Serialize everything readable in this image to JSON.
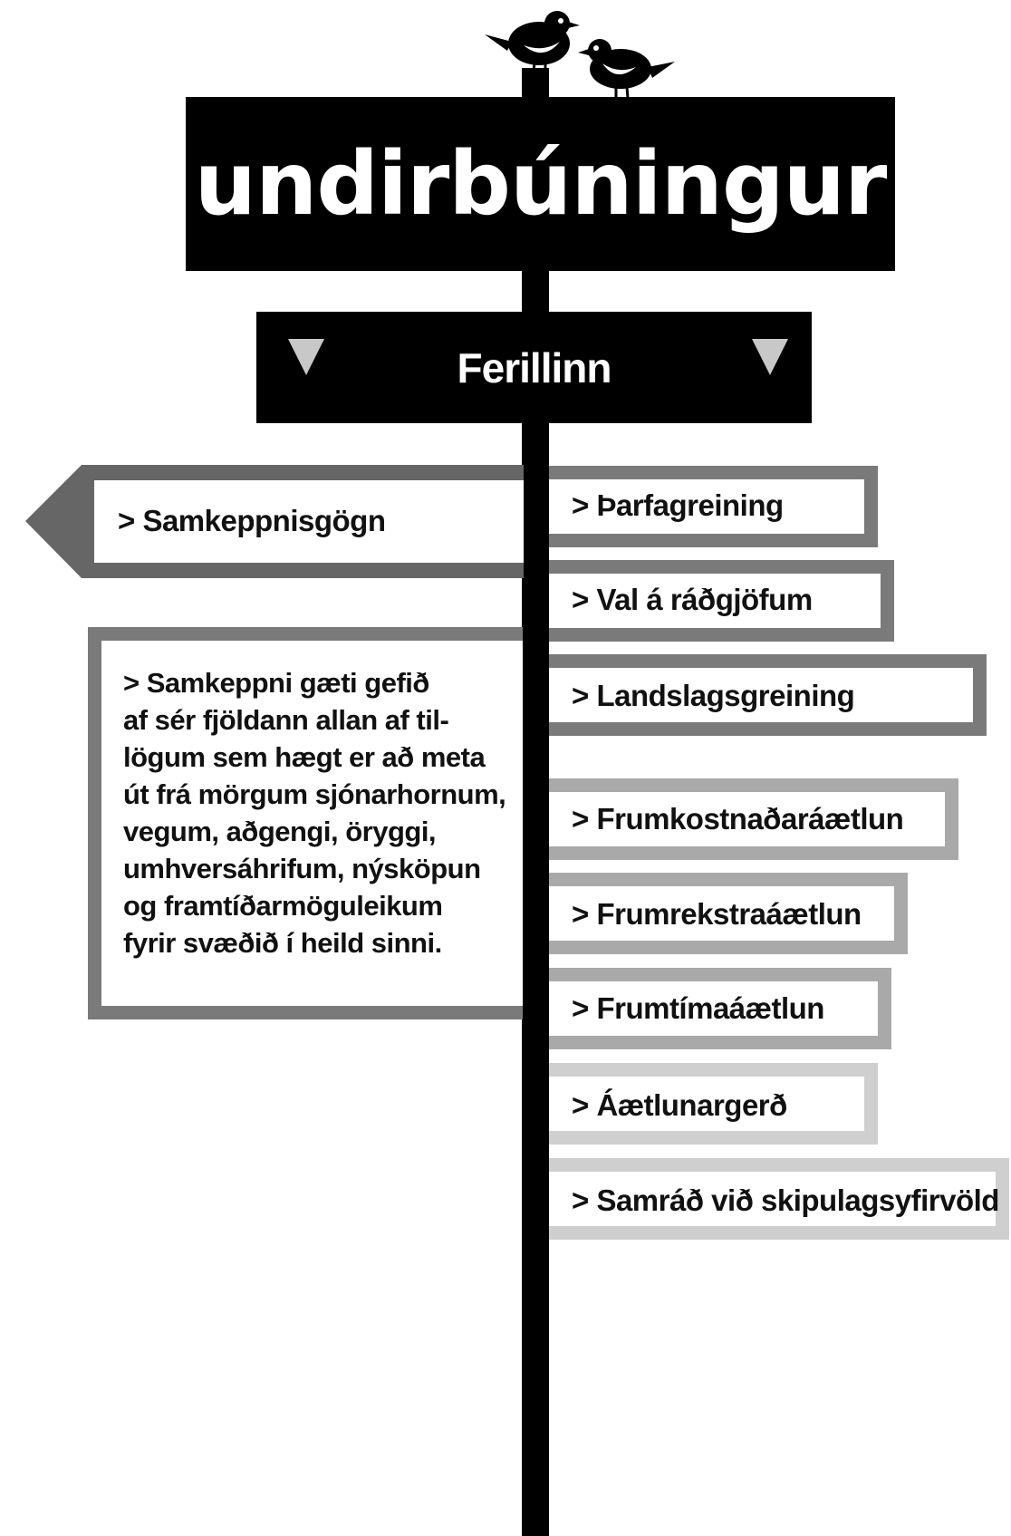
{
  "title": "undirbúningur",
  "subtitle": "Ferillinn",
  "left_sign": {
    "label": "> Samkeppnisgögn"
  },
  "info_box": {
    "lines": [
      "> Samkeppni gæti gefið",
      "af sér fjöldann allan af til-",
      "lögum sem hægt er að meta",
      "út frá mörgum sjónarhornum,",
      "vegum, aðgengi, öryggi,",
      "umhversáhrifum, nýsköpun",
      "og framtíðarmöguleikum",
      "fyrir svæðið í heild sinni."
    ]
  },
  "right_signs": [
    {
      "label": "> Þarfagreining",
      "border_color": "#7a7a7a"
    },
    {
      "label": "> Val á ráðgjöfum",
      "border_color": "#7a7a7a"
    },
    {
      "label": "> Landslagsgreining",
      "border_color": "#7a7a7a"
    },
    {
      "label": "> Frumkostnaðaráætlun",
      "border_color": "#a9a9a9"
    },
    {
      "label": "> Frumrekstraáætlun",
      "border_color": "#a9a9a9"
    },
    {
      "label": "> Frumtímaáætlun",
      "border_color": "#a9a9a9"
    },
    {
      "label": "> Áætlunargerð",
      "border_color": "#cfcfcf"
    },
    {
      "label": "> Samráð við skipulagsyfirvöld",
      "border_color": "#cfcfcf"
    }
  ],
  "colors": {
    "sign_black": "#000000",
    "text_white": "#ffffff",
    "triangle_gray": "#c8c8c8"
  }
}
